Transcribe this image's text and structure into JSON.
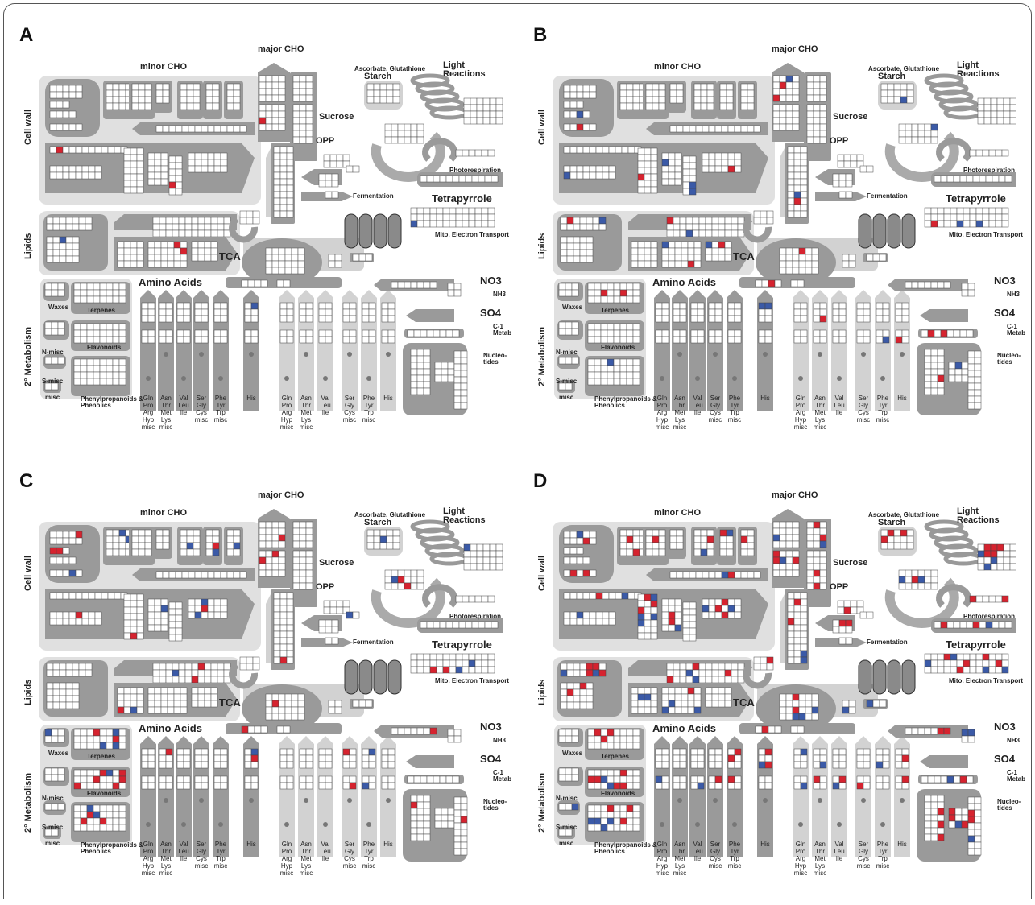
{
  "colors": {
    "panel_bg": "#e0e0e0",
    "shape": "#9a9a9a",
    "light": "#d2d2d2",
    "cell": "#ffffff",
    "grid": "#444444",
    "up": "#d6232f",
    "down": "#3b5aa7"
  },
  "labels": {
    "major_cho": "major CHO",
    "minor_cho": "minor CHO",
    "starch": "Starch",
    "sucrose": "Sucrose",
    "opp": "OPP",
    "ascorbate": "Ascorbate, Glutathione",
    "light_reactions": "Light\nReactions",
    "photorespiration": "Photorespiration",
    "fermentation": "Fermentation",
    "tetrapyrrole": "Tetrapyrrole",
    "mito": "Mito. Electron Transport",
    "tca": "TCA",
    "cell_wall": "Cell wall",
    "lipids": "Lipids",
    "amino_acids": "Amino Acids",
    "metab2": "2° Metabolism",
    "waxes": "Waxes",
    "terpenes": "Terpenes",
    "flavonoids": "Flavonoids",
    "nmisc": "N-misc",
    "smisc": "S-misc",
    "misc": "misc",
    "phenyl": "Phenylpropanoids &\nPhenolics",
    "no3": "NO3",
    "nh3": "NH3",
    "so4": "SO4",
    "c1": "C-1\nMetab",
    "nucleo": "Nucleo-\ntides"
  },
  "aa_columns": [
    "Gln\nPro\nArg\nHyp\nmisc",
    "Asn\nThr\nMet\nLys\nmisc",
    "Val\nLeu\nIle",
    "Ser\nGly\nCys\nmisc",
    "Phe\nTyr\nTrp\nmisc",
    "His",
    "Gln\nPro\nArg\nHyp\nmisc",
    "Asn\nThr\nMet\nLys\nmisc",
    "Val\nLeu\nIle",
    "Ser\nGly\nCys\nmisc",
    "Phe\nTyr\nTrp\nmisc",
    "His"
  ],
  "panels": [
    {
      "id": "A",
      "density": 0.012
    },
    {
      "id": "B",
      "density": 0.045
    },
    {
      "id": "C",
      "density": 0.09
    },
    {
      "id": "D",
      "density": 0.18
    }
  ]
}
